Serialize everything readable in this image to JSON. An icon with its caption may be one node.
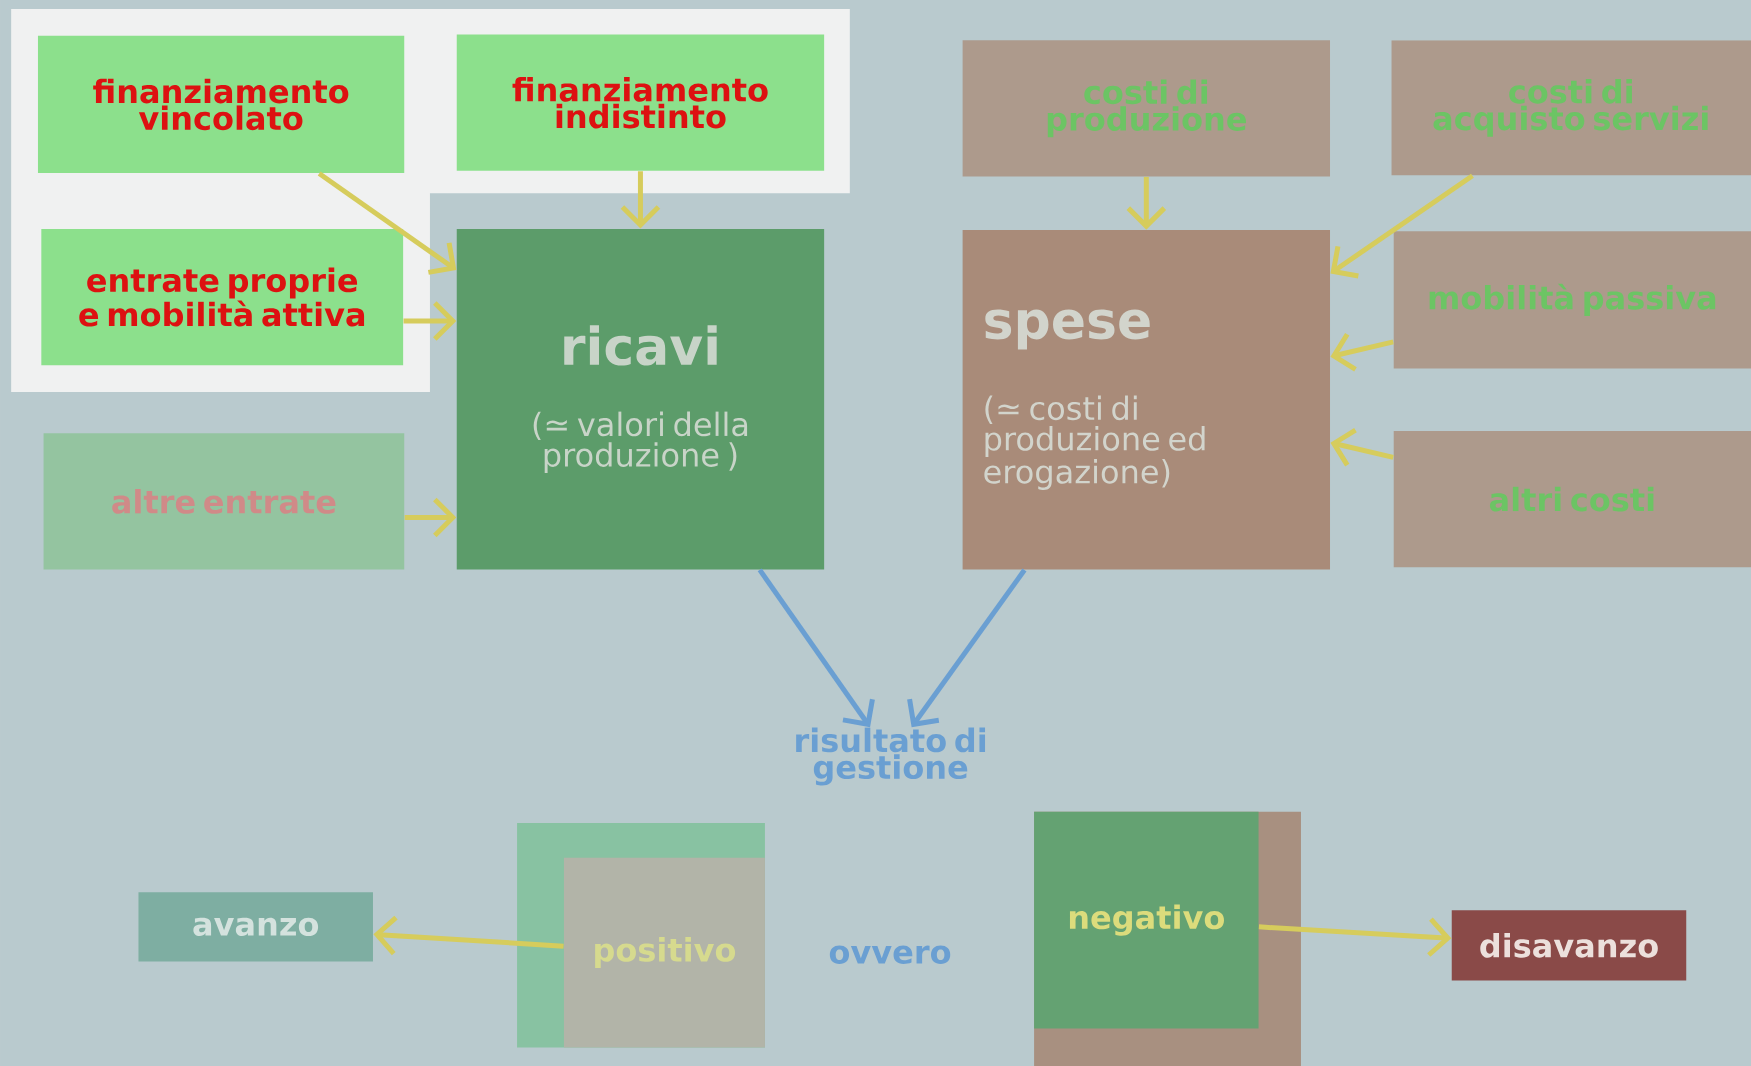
{
  "diagram": {
    "nodes": [
      {
        "text": [
          "finanziamento vincolato"
        ]
      },
      {
        "text": [
          "finanziamento indistinto"
        ]
      },
      {
        "text": [
          "entrate proprie e mobilità attiva"
        ]
      },
      {
        "text": [
          "altre entrate"
        ]
      },
      {
        "text": [
          "ricavi",
          "(≃ valori della produzione )"
        ]
      },
      {
        "text": [
          "costi di produzione"
        ]
      },
      {
        "text": [
          "costi di acquisto servizi"
        ]
      },
      {
        "text": [
          "spese",
          "(≃ costi di produzione ed erogazione)"
        ]
      },
      {
        "text": [
          "mobilità passiva"
        ]
      },
      {
        "text": [
          "altri costi"
        ]
      },
      {
        "text": [
          "risultato di gestione"
        ]
      },
      {
        "text": [
          "avanzo"
        ]
      },
      {
        "text": [
          "positivo"
        ]
      },
      {
        "text": [
          "negativo"
        ]
      },
      {
        "text": [
          "disavanzo"
        ]
      }
    ],
    "edges": [
      {
        "from": 0,
        "to": 4,
        "arrow": "to"
      },
      {
        "from": 1,
        "to": 4,
        "arrow": "to"
      },
      {
        "from": 2,
        "to": 4,
        "arrow": "to"
      },
      {
        "from": 3,
        "to": 4,
        "arrow": "to"
      },
      {
        "from": 5,
        "to": 7,
        "arrow": "to"
      },
      {
        "from": 6,
        "to": 7,
        "arrow": "to"
      },
      {
        "from": 8,
        "to": 7,
        "arrow": "to"
      },
      {
        "from": 9,
        "to": 7,
        "arrow": "to"
      },
      {
        "from": 4,
        "to": 10,
        "arrow": "to",
        "color": "#6a9fd2"
      },
      {
        "from": 7,
        "to": 10,
        "arrow": "to",
        "color": "#6a9fd2"
      },
      {
        "from": 12,
        "to": 11,
        "arrow": "to"
      },
      {
        "from": 13,
        "to": 14,
        "arrow": "to"
      }
    ],
    "labels": [
      "ovvero"
    ]
  }
}
